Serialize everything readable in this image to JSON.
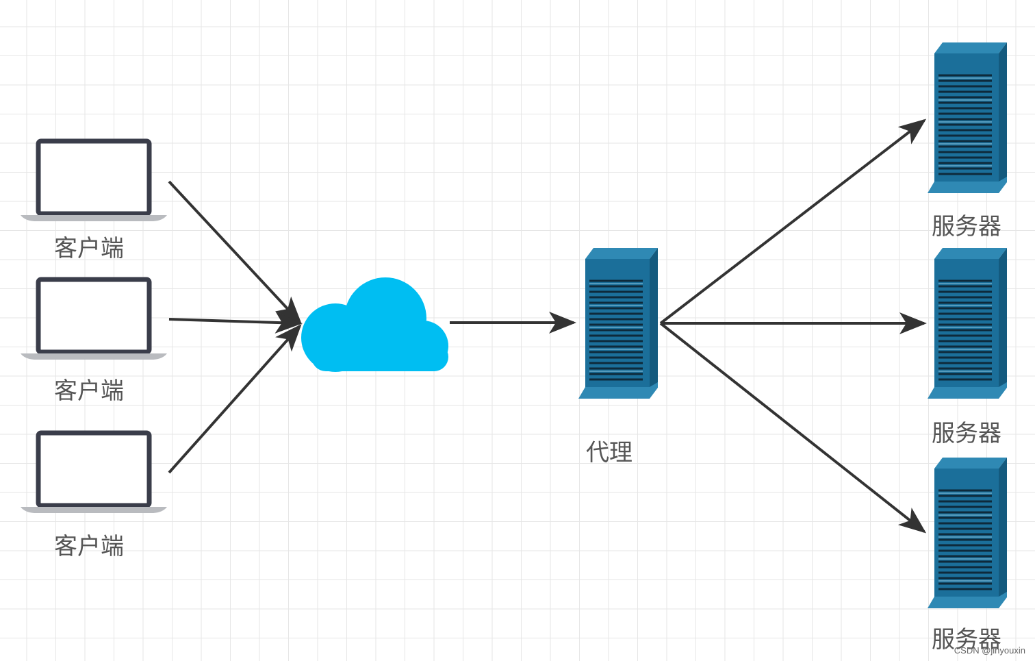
{
  "clients": [
    {
      "label": "客户端",
      "icon": "laptop-icon"
    },
    {
      "label": "客户端",
      "icon": "laptop-icon"
    },
    {
      "label": "客户端",
      "icon": "laptop-icon"
    }
  ],
  "network": {
    "icon": "cloud-icon",
    "color": "#00bef2"
  },
  "proxy": {
    "label": "代理",
    "icon": "server-icon"
  },
  "servers": [
    {
      "label": "服务器",
      "icon": "server-icon"
    },
    {
      "label": "服务器",
      "icon": "server-icon"
    },
    {
      "label": "服务器",
      "icon": "server-icon"
    }
  ],
  "colors": {
    "server_body": "#1b6f9a",
    "server_top": "#2f89b4",
    "arrow": "#333333",
    "laptop_frame": "#3a3d4a"
  },
  "watermark": "CSDN @jinyouxin"
}
